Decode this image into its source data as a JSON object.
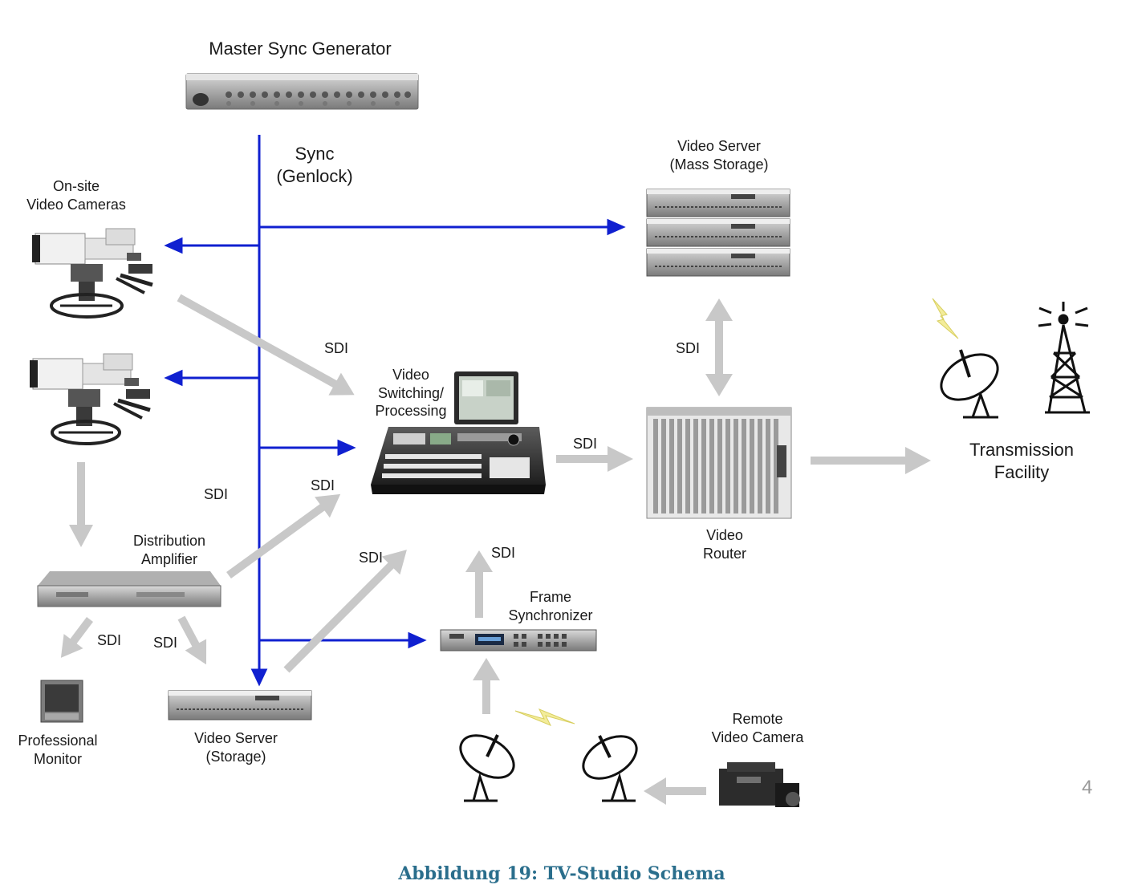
{
  "labels": {
    "master_sync": "Master Sync Generator",
    "sync_line1": "Sync",
    "sync_line2": "(Genlock)",
    "onsite_line1": "On-site",
    "onsite_line2": "Video Cameras",
    "vs_mass_line1": "Video Server",
    "vs_mass_line2": "(Mass Storage)",
    "switching_line1": "Video",
    "switching_line2": "Switching/",
    "switching_line3": "Processing",
    "router_line1": "Video",
    "router_line2": "Router",
    "transmission_line1": "Transmission",
    "transmission_line2": "Facility",
    "dist_amp_line1": "Distribution",
    "dist_amp_line2": "Amplifier",
    "frame_sync_line1": "Frame",
    "frame_sync_line2": "Synchronizer",
    "prof_monitor_line1": "Professional",
    "prof_monitor_line2": "Monitor",
    "vs_storage_line1": "Video Server",
    "vs_storage_line2": "(Storage)",
    "remote_cam_line1": "Remote",
    "remote_cam_line2": "Video Camera",
    "sdi": "SDI"
  },
  "page_number": "4",
  "caption": "Abbildung 19: TV-Studio Schema",
  "colors": {
    "sync_line": "#1020d0",
    "sdi_arrow": "#c8c8c8",
    "caption": "#2a6e8c"
  }
}
